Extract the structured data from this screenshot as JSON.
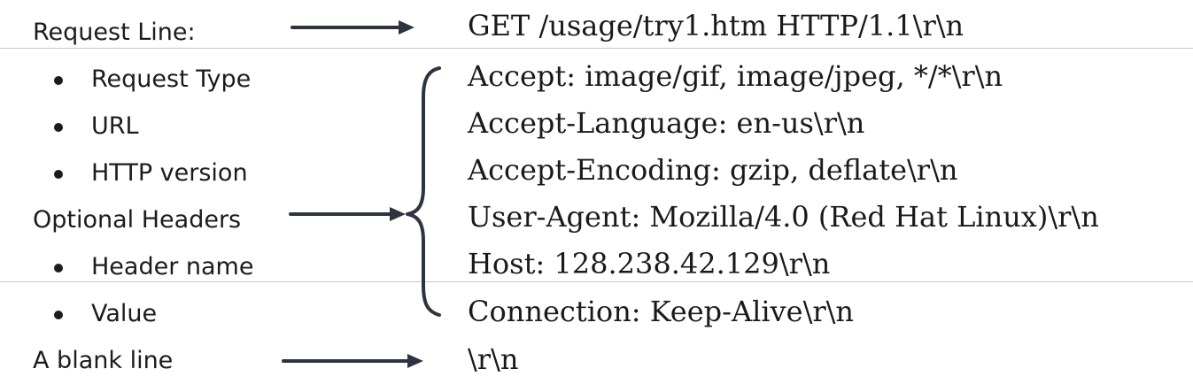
{
  "left_column": {
    "request_line_label": "Request Line:",
    "request_line_items": [
      "Request Type",
      "URL",
      "HTTP version"
    ],
    "optional_headers_label": "Optional Headers",
    "optional_headers_items": [
      "Header name",
      "Value"
    ],
    "blank_line_label": "A blank line"
  },
  "right_column": {
    "request_line": "GET /usage/try1.htm HTTP/1.1\\r\\n",
    "headers": [
      "Accept: image/gif, image/jpeg, */*\\r\\n",
      "Accept-Language: en-us\\r\\n",
      "Accept-Encoding: gzip, deflate\\r\\n",
      "User-Agent: Mozilla/4.0 (Red Hat Linux)\\r\\n",
      "Host: 128.238.42.129\\r\\n",
      "Connection: Keep-Alive\\r\\n"
    ],
    "blank_line": "\\r\\n"
  },
  "colors": {
    "arrow": "#2e3340",
    "divider": "#c8c8c8",
    "text": "#1c1c1c"
  }
}
